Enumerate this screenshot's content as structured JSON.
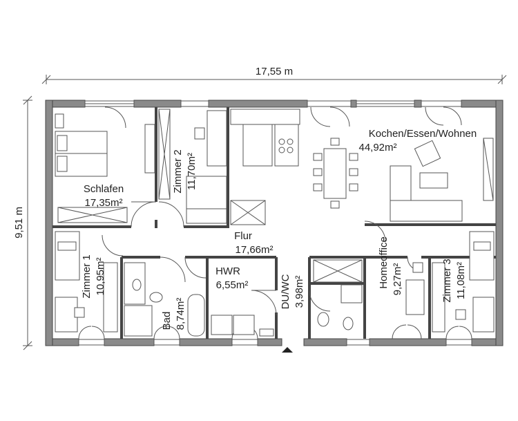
{
  "dimensions": {
    "width": "17,55 m",
    "height": "9,51 m"
  },
  "rooms": {
    "schlafen": {
      "name": "Schlafen",
      "area": "17,35m²"
    },
    "zimmer2": {
      "name": "Zimmer 2",
      "area": "11,70m²"
    },
    "kochen": {
      "name": "Kochen/Essen/Wohnen",
      "area": "44,92m²"
    },
    "flur": {
      "name": "Flur",
      "area": "17,66m²"
    },
    "hwr": {
      "name": "HWR",
      "area": "6,55m²"
    },
    "zimmer1": {
      "name": "Zimmer 1",
      "area": "10,95m²"
    },
    "bad": {
      "name": "Bad",
      "area": "8,74m²"
    },
    "duwc": {
      "name": "DU/WC",
      "area": "3,98m²"
    },
    "homeoffice": {
      "name": "Homeoffice",
      "area": "9,27m²"
    },
    "zimmer3": {
      "name": "Zimmer 3",
      "area": "11,08m²"
    }
  },
  "colors": {
    "wall": "#8a8a8a",
    "line": "#444444",
    "background": "#ffffff"
  },
  "icons": {
    "entrance": "entrance-arrow-icon"
  }
}
